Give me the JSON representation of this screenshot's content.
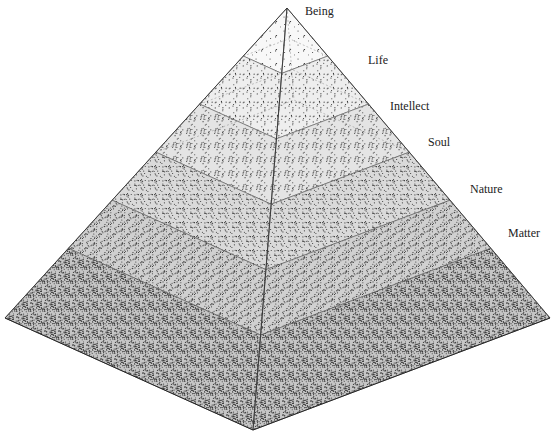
{
  "diagram": {
    "labels": [
      "Being",
      "Life",
      "Intellect",
      "Soul",
      "Nature",
      "Matter"
    ]
  }
}
